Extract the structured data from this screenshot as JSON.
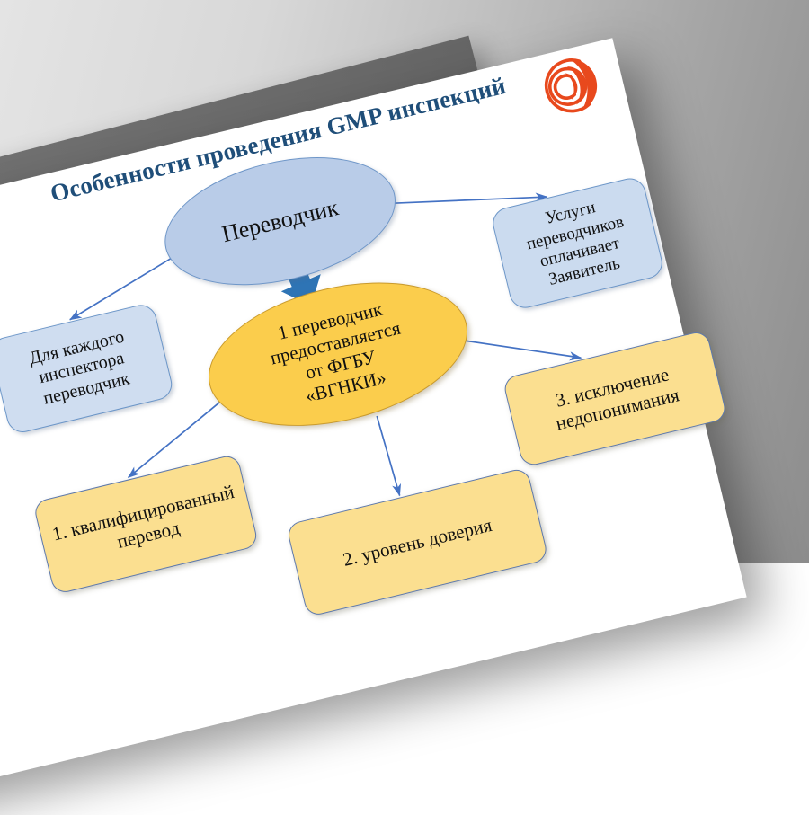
{
  "slide": {
    "title": "Особенности проведения GMP инспекций",
    "logo_icon": "arc-globe-logo",
    "diagram": {
      "translator": "Переводчик",
      "payment": "Услуги\nпереводчиков\nоплачивает\nЗаявитель",
      "per_inspector": "Для каждого\nинспектора\nпереводчик",
      "provided_by": "1 переводчик\nпредоставляется\nот ФГБУ\n«ВГНКИ»",
      "benefit_1": "1. квалифицированный\nперевод",
      "benefit_2": "2. уровень доверия",
      "benefit_3": "3. исключение\nнедопонимания"
    },
    "colors": {
      "title_blue": "#1F4E79",
      "ellipse_blue_fill": "#B9CCE8",
      "box_blue_fill": "#CBDBEF",
      "ellipse_gold_fill": "#FBCD4C",
      "box_yellow_fill": "#FBDF90",
      "connector_blue": "#4472C4",
      "block_arrow_blue": "#2E74B5",
      "logo_orange": "#E8491D",
      "back_sheet_gray": "#6A6A6A"
    }
  }
}
